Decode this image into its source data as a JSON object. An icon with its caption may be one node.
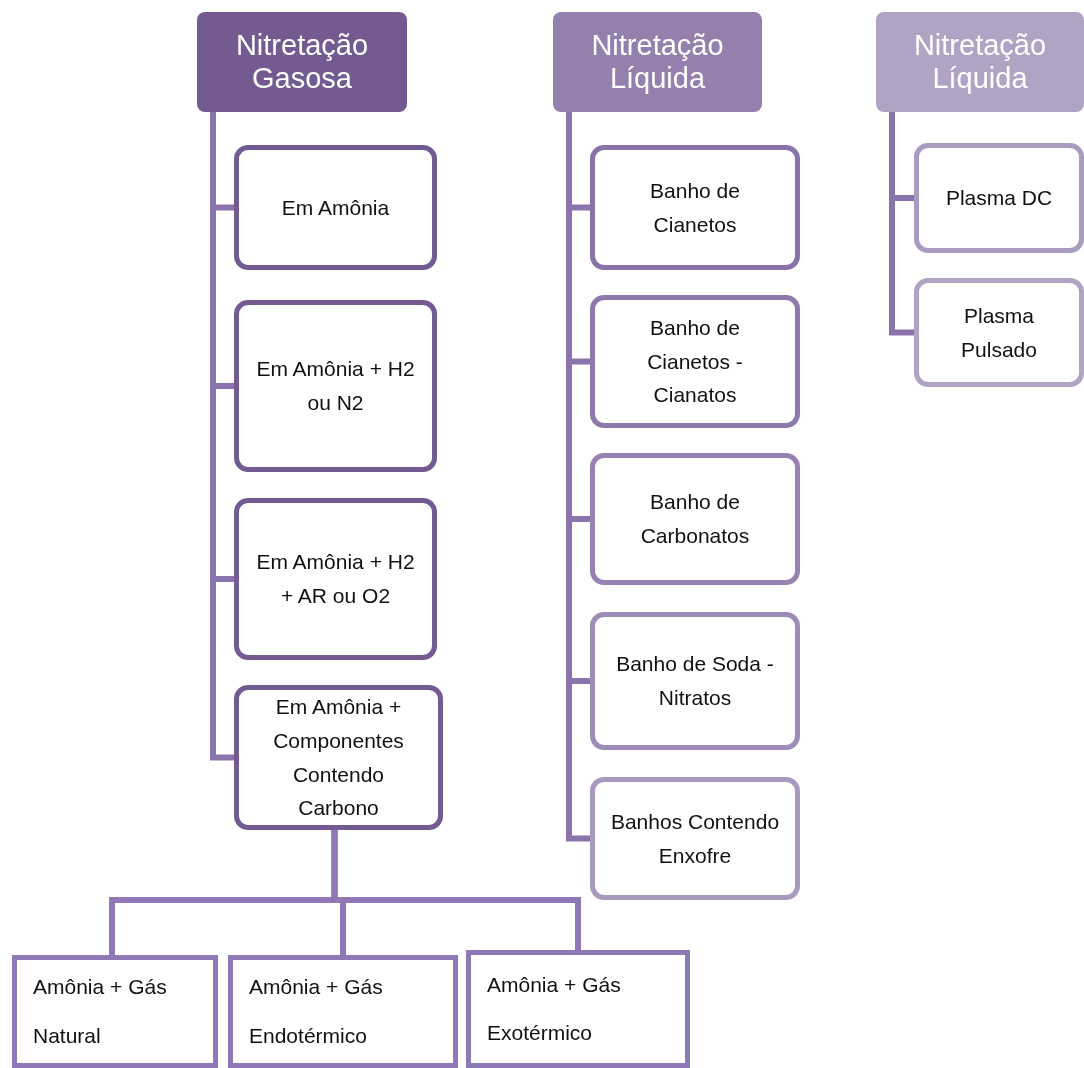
{
  "diagram": {
    "nodes": [
      {
        "text": [
          "Nitretação Gasosa"
        ]
      },
      {
        "text": [
          "Em Amônia"
        ]
      },
      {
        "text": [
          "Em Amônia + H2 ou N2"
        ]
      },
      {
        "text": [
          "Em Amônia + H2 + AR ou O2"
        ]
      },
      {
        "text": [
          "Em Amônia + Componentes Contendo Carbono"
        ]
      },
      {
        "text": [
          "Nitretação Líquida"
        ]
      },
      {
        "text": [
          "Banho de Cianetos"
        ]
      },
      {
        "text": [
          "Banho de Cianetos - Cianatos"
        ]
      },
      {
        "text": [
          "Banho de Carbonatos"
        ]
      },
      {
        "text": [
          "Banho de Soda - Nitratos"
        ]
      },
      {
        "text": [
          "Banhos Contendo Enxofre"
        ]
      },
      {
        "text": [
          "Nitretação Líquida"
        ]
      },
      {
        "text": [
          "Plasma DC"
        ]
      },
      {
        "text": [
          "Plasma Pulsado"
        ]
      },
      {
        "text": [
          "Amônia + Gás Natural"
        ]
      },
      {
        "text": [
          "Amônia + Gás Endotérmico"
        ]
      },
      {
        "text": [
          "Amônia + Gás Exotérmico"
        ]
      }
    ],
    "edges": [
      {
        "from": 0,
        "to": 1,
        "arrow": "none"
      },
      {
        "from": 0,
        "to": 2,
        "arrow": "none"
      },
      {
        "from": 0,
        "to": 3,
        "arrow": "none"
      },
      {
        "from": 0,
        "to": 4,
        "arrow": "none"
      },
      {
        "from": 5,
        "to": 6,
        "arrow": "none"
      },
      {
        "from": 5,
        "to": 7,
        "arrow": "none"
      },
      {
        "from": 5,
        "to": 8,
        "arrow": "none"
      },
      {
        "from": 5,
        "to": 9,
        "arrow": "none"
      },
      {
        "from": 5,
        "to": 10,
        "arrow": "none"
      },
      {
        "from": 11,
        "to": 12,
        "arrow": "none"
      },
      {
        "from": 11,
        "to": 13,
        "arrow": "none"
      },
      {
        "from": 4,
        "to": 14,
        "arrow": "none"
      },
      {
        "from": 4,
        "to": 15,
        "arrow": "none"
      },
      {
        "from": 4,
        "to": 16,
        "arrow": "none"
      }
    ]
  }
}
